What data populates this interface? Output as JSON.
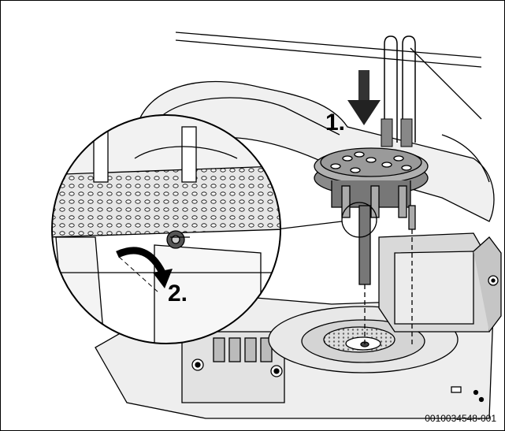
{
  "figure": {
    "steps": [
      {
        "label": "1."
      },
      {
        "label": "2."
      }
    ],
    "reference_id": "0010034548-001"
  },
  "icons": {
    "step1": "arrow-down-icon",
    "step2": "rotate-arrow-icon"
  }
}
